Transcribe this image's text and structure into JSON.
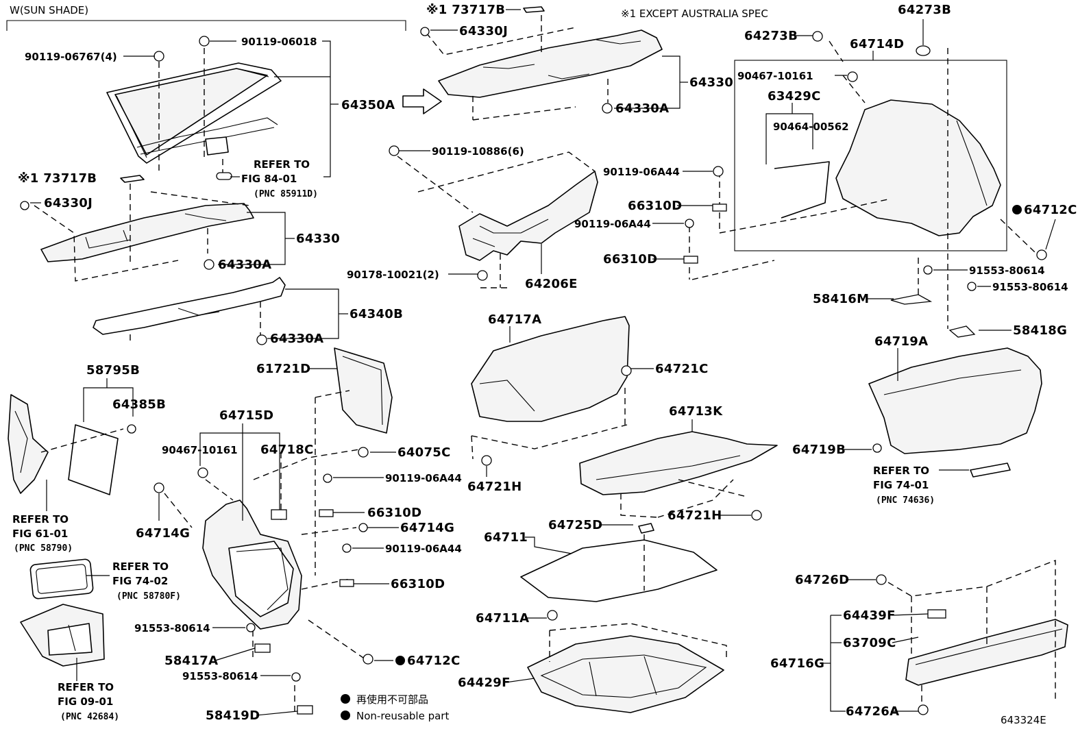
{
  "diagram": {
    "figure_code": "643324E",
    "header_group": "W(SUN SHADE)",
    "spec_note": "※1 EXCEPT AUSTRALIA SPEC",
    "legend": [
      {
        "symbol": "filled-dot",
        "text": "再使用不可部品"
      },
      {
        "symbol": "filled-dot",
        "text": "Non-reusable part"
      }
    ],
    "callouts": [
      {
        "id": "c01",
        "text": "90119-06767(4)"
      },
      {
        "id": "c02",
        "text": "90119-06018"
      },
      {
        "id": "c03",
        "text": "64350A"
      },
      {
        "id": "c04",
        "text": "REFER TO"
      },
      {
        "id": "c05",
        "text": "FIG 84-01"
      },
      {
        "id": "c06",
        "text": "(PNC 85911D)"
      },
      {
        "id": "c07",
        "text": "※1 73717B"
      },
      {
        "id": "c08",
        "text": "64330J"
      },
      {
        "id": "c09",
        "text": "64330"
      },
      {
        "id": "c10",
        "text": "64330A"
      },
      {
        "id": "c11",
        "text": "64340B"
      },
      {
        "id": "c12",
        "text": "64330A"
      },
      {
        "id": "c13",
        "text": "58795B"
      },
      {
        "id": "c14",
        "text": "64385B"
      },
      {
        "id": "c15",
        "text": "REFER TO"
      },
      {
        "id": "c16",
        "text": "FIG 61-01"
      },
      {
        "id": "c17",
        "text": "(PNC 58790)"
      },
      {
        "id": "c18",
        "text": "REFER TO"
      },
      {
        "id": "c19",
        "text": "FIG 74-02"
      },
      {
        "id": "c20",
        "text": "(PNC 58780F)"
      },
      {
        "id": "c21",
        "text": "REFER TO"
      },
      {
        "id": "c22",
        "text": "FIG 09-01"
      },
      {
        "id": "c23",
        "text": "(PNC 42684)"
      },
      {
        "id": "c24",
        "text": "※1 73717B"
      },
      {
        "id": "c25",
        "text": "64330J"
      },
      {
        "id": "c26",
        "text": "64330"
      },
      {
        "id": "c27",
        "text": "64330A"
      },
      {
        "id": "c28",
        "text": "90119-10886(6)"
      },
      {
        "id": "c29",
        "text": "90178-10021(2)"
      },
      {
        "id": "c30",
        "text": "64206E"
      },
      {
        "id": "c31",
        "text": "61721D"
      },
      {
        "id": "c32",
        "text": "64715D"
      },
      {
        "id": "c33",
        "text": "90467-10161"
      },
      {
        "id": "c34",
        "text": "64718C"
      },
      {
        "id": "c35",
        "text": "64714G"
      },
      {
        "id": "c36",
        "text": "64075C"
      },
      {
        "id": "c37",
        "text": "90119-06A44"
      },
      {
        "id": "c38",
        "text": "66310D"
      },
      {
        "id": "c39",
        "text": "64714G"
      },
      {
        "id": "c40",
        "text": "90119-06A44"
      },
      {
        "id": "c41",
        "text": "66310D"
      },
      {
        "id": "c42",
        "text": "91553-80614"
      },
      {
        "id": "c43",
        "text": "58417A"
      },
      {
        "id": "c44",
        "text": "91553-80614"
      },
      {
        "id": "c45",
        "text": "58419D"
      },
      {
        "id": "c46",
        "text": "64712C"
      },
      {
        "id": "c47",
        "text": "90119-06A44"
      },
      {
        "id": "c48",
        "text": "66310D"
      },
      {
        "id": "c49",
        "text": "90119-06A44"
      },
      {
        "id": "c50",
        "text": "66310D"
      },
      {
        "id": "c51",
        "text": "64717A"
      },
      {
        "id": "c52",
        "text": "64721C"
      },
      {
        "id": "c53",
        "text": "64721H"
      },
      {
        "id": "c54",
        "text": "64713K"
      },
      {
        "id": "c55",
        "text": "64721H"
      },
      {
        "id": "c56",
        "text": "64711"
      },
      {
        "id": "c57",
        "text": "64725D"
      },
      {
        "id": "c58",
        "text": "64711A"
      },
      {
        "id": "c59",
        "text": "64429F"
      },
      {
        "id": "c60",
        "text": "64273B"
      },
      {
        "id": "c61",
        "text": "64273B"
      },
      {
        "id": "c62",
        "text": "64714D"
      },
      {
        "id": "c63",
        "text": "90467-10161"
      },
      {
        "id": "c64",
        "text": "63429C"
      },
      {
        "id": "c65",
        "text": "90464-00562"
      },
      {
        "id": "c66",
        "text": "64712C"
      },
      {
        "id": "c67",
        "text": "91553-80614"
      },
      {
        "id": "c68",
        "text": "91553-80614"
      },
      {
        "id": "c69",
        "text": "58416M"
      },
      {
        "id": "c70",
        "text": "58418G"
      },
      {
        "id": "c71",
        "text": "64719A"
      },
      {
        "id": "c72",
        "text": "64719B"
      },
      {
        "id": "c73",
        "text": "REFER TO"
      },
      {
        "id": "c74",
        "text": "FIG 74-01"
      },
      {
        "id": "c75",
        "text": "(PNC 74636)"
      },
      {
        "id": "c76",
        "text": "64726D"
      },
      {
        "id": "c77",
        "text": "64439F"
      },
      {
        "id": "c78",
        "text": "63709C"
      },
      {
        "id": "c79",
        "text": "64716G"
      },
      {
        "id": "c80",
        "text": "64726A"
      }
    ]
  }
}
